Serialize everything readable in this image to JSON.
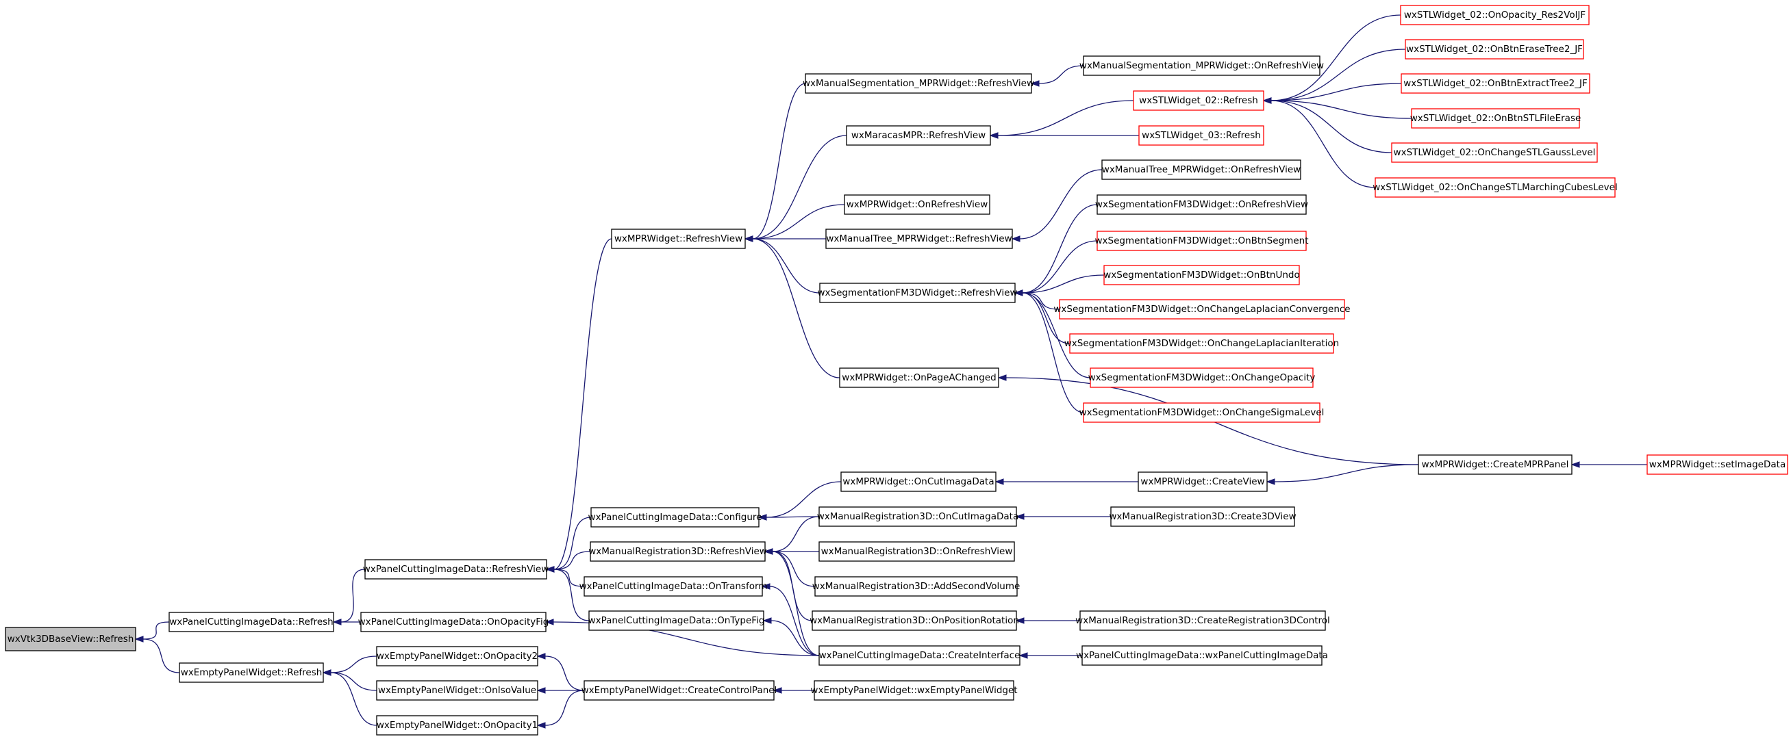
{
  "diagram": {
    "colors": {
      "normal": "#000000",
      "truncated": "#ff0000",
      "focus_fill": "#bfbfbf",
      "edge": "#191970"
    },
    "nodes": [
      {
        "id": "root",
        "label": "wxVtk3DBaseView::Refresh",
        "style": "focus"
      },
      {
        "id": "pcid_refresh",
        "label": "wxPanelCuttingImageData::Refresh",
        "style": "normal"
      },
      {
        "id": "epw_refresh",
        "label": "wxEmptyPanelWidget::Refresh",
        "style": "normal"
      },
      {
        "id": "pcid_refreshview",
        "label": "wxPanelCuttingImageData::RefreshView",
        "style": "normal"
      },
      {
        "id": "pcid_onopacityfig",
        "label": "wxPanelCuttingImageData::OnOpacityFig",
        "style": "normal"
      },
      {
        "id": "epw_onopacity2",
        "label": "wxEmptyPanelWidget::OnOpacity2",
        "style": "normal"
      },
      {
        "id": "epw_onisovalue",
        "label": "wxEmptyPanelWidget::OnIsoValue",
        "style": "normal"
      },
      {
        "id": "epw_onopacity1",
        "label": "wxEmptyPanelWidget::OnOpacity1",
        "style": "normal"
      },
      {
        "id": "mprw_refreshview",
        "label": "wxMPRWidget::RefreshView",
        "style": "normal"
      },
      {
        "id": "pcid_configure",
        "label": "wxPanelCuttingImageData::Configure",
        "style": "normal"
      },
      {
        "id": "mr3d_refreshview",
        "label": "wxManualRegistration3D::RefreshView",
        "style": "normal"
      },
      {
        "id": "pcid_ontransform",
        "label": "wxPanelCuttingImageData::OnTransform",
        "style": "normal"
      },
      {
        "id": "pcid_ontypefig",
        "label": "wxPanelCuttingImageData::OnTypeFig",
        "style": "normal"
      },
      {
        "id": "epw_createcontrolpanel",
        "label": "wxEmptyPanelWidget::CreateControlPanel",
        "style": "normal"
      },
      {
        "id": "mseg_refreshview",
        "label": "wxManualSegmentation_MPRWidget::RefreshView",
        "style": "normal"
      },
      {
        "id": "mmpr_refreshview",
        "label": "wxMaracasMPR::RefreshView",
        "style": "normal"
      },
      {
        "id": "mprw_onrefreshview",
        "label": "wxMPRWidget::OnRefreshView",
        "style": "normal"
      },
      {
        "id": "mtree_refreshview",
        "label": "wxManualTree_MPRWidget::RefreshView",
        "style": "normal"
      },
      {
        "id": "segfm_refreshview",
        "label": "wxSegmentationFM3DWidget::RefreshView",
        "style": "normal"
      },
      {
        "id": "mprw_onpageachanged",
        "label": "wxMPRWidget::OnPageAChanged",
        "style": "normal"
      },
      {
        "id": "mprw_oncutimagadata",
        "label": "wxMPRWidget::OnCutImagaData",
        "style": "normal"
      },
      {
        "id": "mr3d_oncutimagadata",
        "label": "wxManualRegistration3D::OnCutImagaData",
        "style": "normal"
      },
      {
        "id": "mr3d_onrefreshview",
        "label": "wxManualRegistration3D::OnRefreshView",
        "style": "normal"
      },
      {
        "id": "mr3d_addsecondvolume",
        "label": "wxManualRegistration3D::AddSecondVolume",
        "style": "normal"
      },
      {
        "id": "mr3d_onpositionrotation",
        "label": "wxManualRegistration3D::OnPositionRotation",
        "style": "normal"
      },
      {
        "id": "pcid_createinterface",
        "label": "wxPanelCuttingImageData::CreateInterface",
        "style": "normal"
      },
      {
        "id": "epw_ctor",
        "label": "wxEmptyPanelWidget::wxEmptyPanelWidget",
        "style": "normal"
      },
      {
        "id": "mseg_onrefreshview",
        "label": "wxManualSegmentation_MPRWidget::OnRefreshView",
        "style": "normal"
      },
      {
        "id": "stl02_refresh",
        "label": "wxSTLWidget_02::Refresh",
        "style": "truncated"
      },
      {
        "id": "stl03_refresh",
        "label": "wxSTLWidget_03::Refresh",
        "style": "truncated"
      },
      {
        "id": "mtree_onrefreshview",
        "label": "wxManualTree_MPRWidget::OnRefreshView",
        "style": "normal"
      },
      {
        "id": "segfm_onrefreshview",
        "label": "wxSegmentationFM3DWidget::OnRefreshView",
        "style": "normal"
      },
      {
        "id": "segfm_onbtnsegment",
        "label": "wxSegmentationFM3DWidget::OnBtnSegment",
        "style": "truncated"
      },
      {
        "id": "segfm_onbtnundo",
        "label": "wxSegmentationFM3DWidget::OnBtnUndo",
        "style": "truncated"
      },
      {
        "id": "segfm_onchangelaplacianconvergence",
        "label": "wxSegmentationFM3DWidget::OnChangeLaplacianConvergence",
        "style": "truncated"
      },
      {
        "id": "segfm_onchangelaplacianiteration",
        "label": "wxSegmentationFM3DWidget::OnChangeLaplacianIteration",
        "style": "truncated"
      },
      {
        "id": "segfm_onchangeopacity",
        "label": "wxSegmentationFM3DWidget::OnChangeOpacity",
        "style": "truncated"
      },
      {
        "id": "segfm_onchangesigmalevel",
        "label": "wxSegmentationFM3DWidget::OnChangeSigmaLevel",
        "style": "truncated"
      },
      {
        "id": "mprw_createview",
        "label": "wxMPRWidget::CreateView",
        "style": "normal"
      },
      {
        "id": "mr3d_create3dview",
        "label": "wxManualRegistration3D::Create3DView",
        "style": "normal"
      },
      {
        "id": "mr3d_createregistration3dcontrol",
        "label": "wxManualRegistration3D::CreateRegistration3DControl",
        "style": "normal"
      },
      {
        "id": "pcid_ctor",
        "label": "wxPanelCuttingImageData::wxPanelCuttingImageData",
        "style": "normal"
      },
      {
        "id": "stl02_onopacity_res2voljf",
        "label": "wxSTLWidget_02::OnOpacity_Res2VolJF",
        "style": "truncated"
      },
      {
        "id": "stl02_onbteraseTree2",
        "label": "wxSTLWidget_02::OnBtnEraseTree2_JF",
        "style": "truncated"
      },
      {
        "id": "stl02_onbtnextracttree2",
        "label": "wxSTLWidget_02::OnBtnExtractTree2_JF",
        "style": "truncated"
      },
      {
        "id": "stl02_onbtnstlfileerase",
        "label": "wxSTLWidget_02::OnBtnSTLFileErase",
        "style": "truncated"
      },
      {
        "id": "stl02_onchangestlgausslevel",
        "label": "wxSTLWidget_02::OnChangeSTLGaussLevel",
        "style": "truncated"
      },
      {
        "id": "stl02_onchangestlmarchingcubeslevel",
        "label": "wxSTLWidget_02::OnChangeSTLMarchingCubesLevel",
        "style": "truncated"
      },
      {
        "id": "mprw_creatempr",
        "label": "wxMPRWidget::CreateMPRPanel",
        "style": "normal"
      },
      {
        "id": "mprw_setimagedata",
        "label": "wxMPRWidget::setImageData",
        "style": "truncated"
      }
    ],
    "edges": [
      [
        "pcid_refresh",
        "root"
      ],
      [
        "epw_refresh",
        "root"
      ],
      [
        "pcid_refreshview",
        "pcid_refresh"
      ],
      [
        "pcid_onopacityfig",
        "pcid_refresh"
      ],
      [
        "epw_onopacity2",
        "epw_refresh"
      ],
      [
        "epw_onisovalue",
        "epw_refresh"
      ],
      [
        "epw_onopacity1",
        "epw_refresh"
      ],
      [
        "mprw_refreshview",
        "pcid_refreshview"
      ],
      [
        "pcid_configure",
        "pcid_refreshview"
      ],
      [
        "mr3d_refreshview",
        "pcid_refreshview"
      ],
      [
        "pcid_ontransform",
        "pcid_refreshview"
      ],
      [
        "pcid_ontypefig",
        "pcid_refreshview"
      ],
      [
        "pcid_createinterface",
        "pcid_onopacityfig"
      ],
      [
        "epw_createcontrolpanel",
        "epw_onopacity2"
      ],
      [
        "epw_createcontrolpanel",
        "epw_onisovalue"
      ],
      [
        "epw_createcontrolpanel",
        "epw_onopacity1"
      ],
      [
        "mseg_refreshview",
        "mprw_refreshview"
      ],
      [
        "mmpr_refreshview",
        "mprw_refreshview"
      ],
      [
        "mprw_onrefreshview",
        "mprw_refreshview"
      ],
      [
        "mtree_refreshview",
        "mprw_refreshview"
      ],
      [
        "segfm_refreshview",
        "mprw_refreshview"
      ],
      [
        "mprw_onpageachanged",
        "mprw_refreshview"
      ],
      [
        "mprw_oncutimagadata",
        "pcid_configure"
      ],
      [
        "mr3d_oncutimagadata",
        "pcid_configure"
      ],
      [
        "mr3d_oncutimagadata",
        "mr3d_refreshview"
      ],
      [
        "mr3d_onrefreshview",
        "mr3d_refreshview"
      ],
      [
        "mr3d_addsecondvolume",
        "mr3d_refreshview"
      ],
      [
        "mr3d_onpositionrotation",
        "mr3d_refreshview"
      ],
      [
        "pcid_createinterface",
        "mr3d_refreshview"
      ],
      [
        "pcid_createinterface",
        "pcid_ontransform"
      ],
      [
        "pcid_createinterface",
        "pcid_ontypefig"
      ],
      [
        "epw_ctor",
        "epw_createcontrolpanel"
      ],
      [
        "mseg_onrefreshview",
        "mseg_refreshview"
      ],
      [
        "stl02_refresh",
        "mmpr_refreshview"
      ],
      [
        "stl03_refresh",
        "mmpr_refreshview"
      ],
      [
        "mtree_onrefreshview",
        "mtree_refreshview"
      ],
      [
        "segfm_onrefreshview",
        "segfm_refreshview"
      ],
      [
        "segfm_onbtnsegment",
        "segfm_refreshview"
      ],
      [
        "segfm_onbtnundo",
        "segfm_refreshview"
      ],
      [
        "segfm_onchangelaplacianconvergence",
        "segfm_refreshview"
      ],
      [
        "segfm_onchangelaplacianiteration",
        "segfm_refreshview"
      ],
      [
        "segfm_onchangeopacity",
        "segfm_refreshview"
      ],
      [
        "segfm_onchangesigmalevel",
        "segfm_refreshview"
      ],
      [
        "mprw_creatempr",
        "mprw_onpageachanged"
      ],
      [
        "mprw_createview",
        "mprw_oncutimagadata"
      ],
      [
        "mr3d_create3dview",
        "mr3d_oncutimagadata"
      ],
      [
        "mr3d_createregistration3dcontrol",
        "mr3d_onpositionrotation"
      ],
      [
        "pcid_ctor",
        "pcid_createinterface"
      ],
      [
        "stl02_onopacity_res2voljf",
        "stl02_refresh"
      ],
      [
        "stl02_onbteraseTree2",
        "stl02_refresh"
      ],
      [
        "stl02_onbtnextracttree2",
        "stl02_refresh"
      ],
      [
        "stl02_onbtnstlfileerase",
        "stl02_refresh"
      ],
      [
        "stl02_onchangestlgausslevel",
        "stl02_refresh"
      ],
      [
        "stl02_onchangestlmarchingcubeslevel",
        "stl02_refresh"
      ],
      [
        "mprw_creatempr",
        "mprw_createview"
      ],
      [
        "mprw_setimagedata",
        "mprw_creatempr"
      ]
    ]
  }
}
